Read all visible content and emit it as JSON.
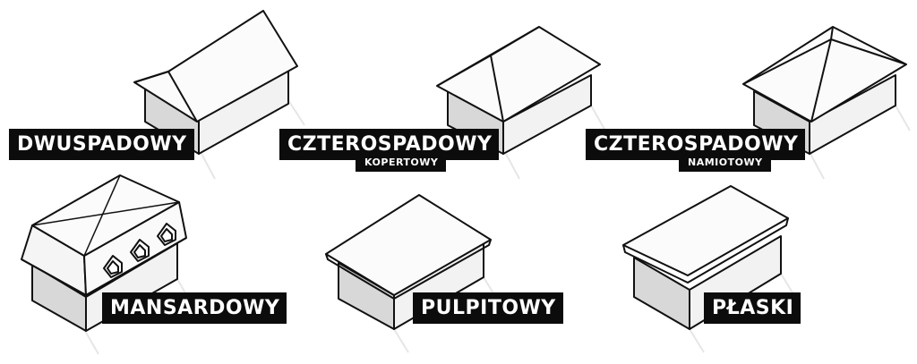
{
  "roofs": [
    {
      "id": "dwuspadowy",
      "label": "DWUSPADOWY",
      "sublabel": ""
    },
    {
      "id": "kopertowy",
      "label": "CZTEROSPADOWY",
      "sublabel": "KOPERTOWY"
    },
    {
      "id": "namiotowy",
      "label": "CZTEROSPADOWY",
      "sublabel": "NAMIOTOWY"
    },
    {
      "id": "mansardowy",
      "label": "MANSARDOWY",
      "sublabel": ""
    },
    {
      "id": "pulpitowy",
      "label": "PULPITOWY",
      "sublabel": ""
    },
    {
      "id": "plaski",
      "label": "PŁASKI",
      "sublabel": ""
    }
  ],
  "colors": {
    "label_bg": "#0c0c0c",
    "label_text": "#ffffff",
    "wall_front": "#d9d9d9",
    "wall_side": "#f1f1f1",
    "roof": "#fbfbfb",
    "line": "#111111",
    "shadow": "#eeeeee"
  }
}
